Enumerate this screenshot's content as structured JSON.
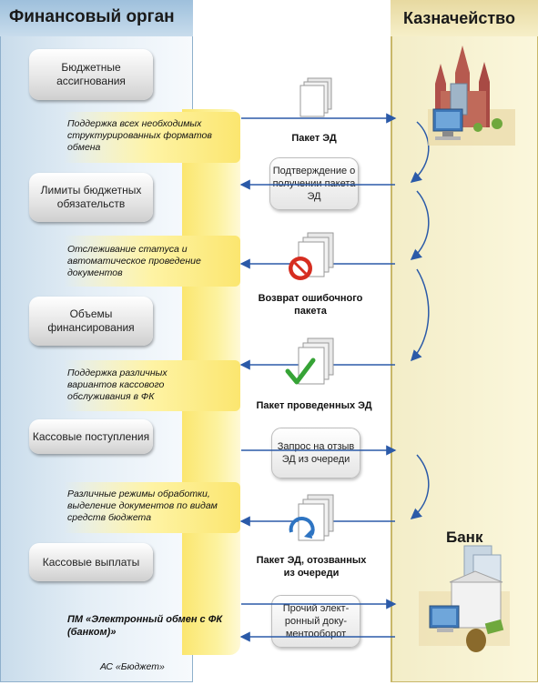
{
  "left_panel": {
    "title": "Финансовый орган",
    "footer": "АС «Бюджет»"
  },
  "right_panel": {
    "title": "Казначейство",
    "bank_title": "Банк"
  },
  "modules": [
    {
      "label": "Бюджетные ассигнования"
    },
    {
      "label": "Лимиты бюджетных обязательств"
    },
    {
      "label": "Объемы финансирования"
    },
    {
      "label": "Кассовые поступления"
    },
    {
      "label": "Кассовые выплаты"
    }
  ],
  "features": [
    {
      "text": "Поддержка всех необходимых структурированных форматов обмена"
    },
    {
      "text": "Отслеживание статуса и автоматическое проведение документов"
    },
    {
      "text": "Поддержка различных вариантов кассового обслуживания в ФК"
    },
    {
      "text": "Различные режимы обработки, выделение документов по видам средств бюджета"
    },
    {
      "text": "ПМ «Электронный обмен с ФК (банком)»"
    }
  ],
  "exchanges": [
    {
      "label": "Пакет ЭД",
      "direction": "to-treasury",
      "icon": "document-stack-icon"
    },
    {
      "label": "Подтверждение о получении пакета ЭД",
      "direction": "from-treasury"
    },
    {
      "label": "Возврат ошибочного пакета",
      "direction": "from-treasury",
      "icon": "error-document-icon"
    },
    {
      "label": "Пакет  проведенных ЭД",
      "direction": "from-treasury",
      "icon": "checked-document-icon"
    },
    {
      "label": "Запрос на отзыв ЭД из очереди",
      "direction": "to-treasury"
    },
    {
      "label": "Пакет ЭД, отозванных из очереди",
      "direction": "from-treasury",
      "icon": "recalled-document-icon"
    },
    {
      "label": "Прочий элект-ронный доку-ментооборот",
      "direction": "both"
    }
  ],
  "colors": {
    "arrow": "#2b5aa8",
    "left_panel": "#d6e5f1",
    "right_panel": "#f6f0cf",
    "yellow": "#fbe66f"
  }
}
